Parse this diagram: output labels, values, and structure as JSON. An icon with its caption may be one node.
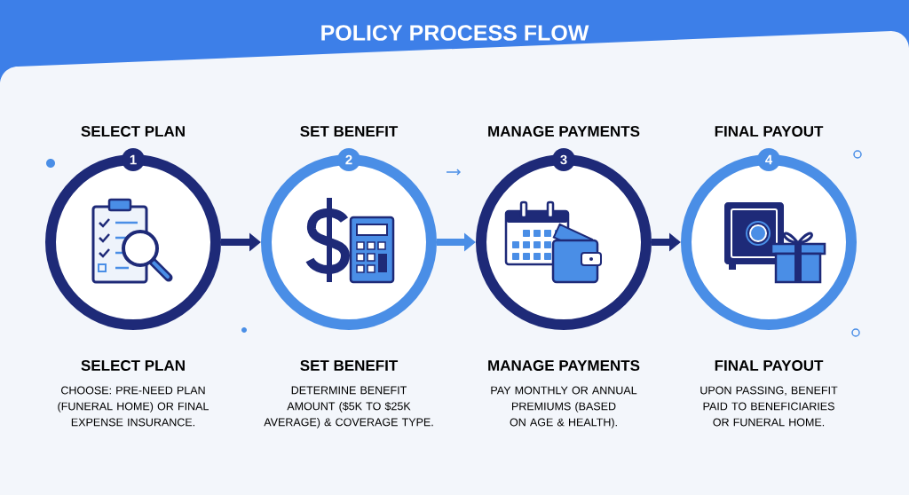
{
  "diagram": {
    "title": "POLICY PROCESS FLOW",
    "nodes": [
      {
        "text": [
          "SELECT PLAN",
          "1"
        ],
        "beside": [
          "SELECT PLAN",
          "CHOOSE: PRE-NEED PLAN (FUNERAL HOME) OR FINAL EXPENSE INSURANCE."
        ]
      },
      {
        "text": [
          "SET BENEFIT",
          "2"
        ],
        "beside": [
          "SET BENEFIT",
          "DETERMINE BENEFIT AMOUNT ($5K TO $25K AVERAGE) & COVERAGE TYPE."
        ]
      },
      {
        "text": [
          "MANAGE PAYMENTS",
          "3"
        ],
        "beside": [
          "MANAGE PAYMENTS",
          "PAY MONTHLY OR ANNUAL PREMIUMS (BASED ON AGE & HEALTH)."
        ]
      },
      {
        "text": [
          "FINAL PAYOUT",
          "4"
        ],
        "beside": [
          "FINAL PAYOUT",
          "UPON PASSING, BENEFIT PAID TO BENEFICIARIES OR FUNERAL HOME."
        ]
      }
    ],
    "edges": [
      {
        "from": 0,
        "to": 1,
        "arrow": "to"
      },
      {
        "from": 1,
        "to": 2,
        "arrow": "to",
        "color": "#4a8ee6"
      },
      {
        "from": 2,
        "to": 3,
        "arrow": "to"
      }
    ]
  }
}
